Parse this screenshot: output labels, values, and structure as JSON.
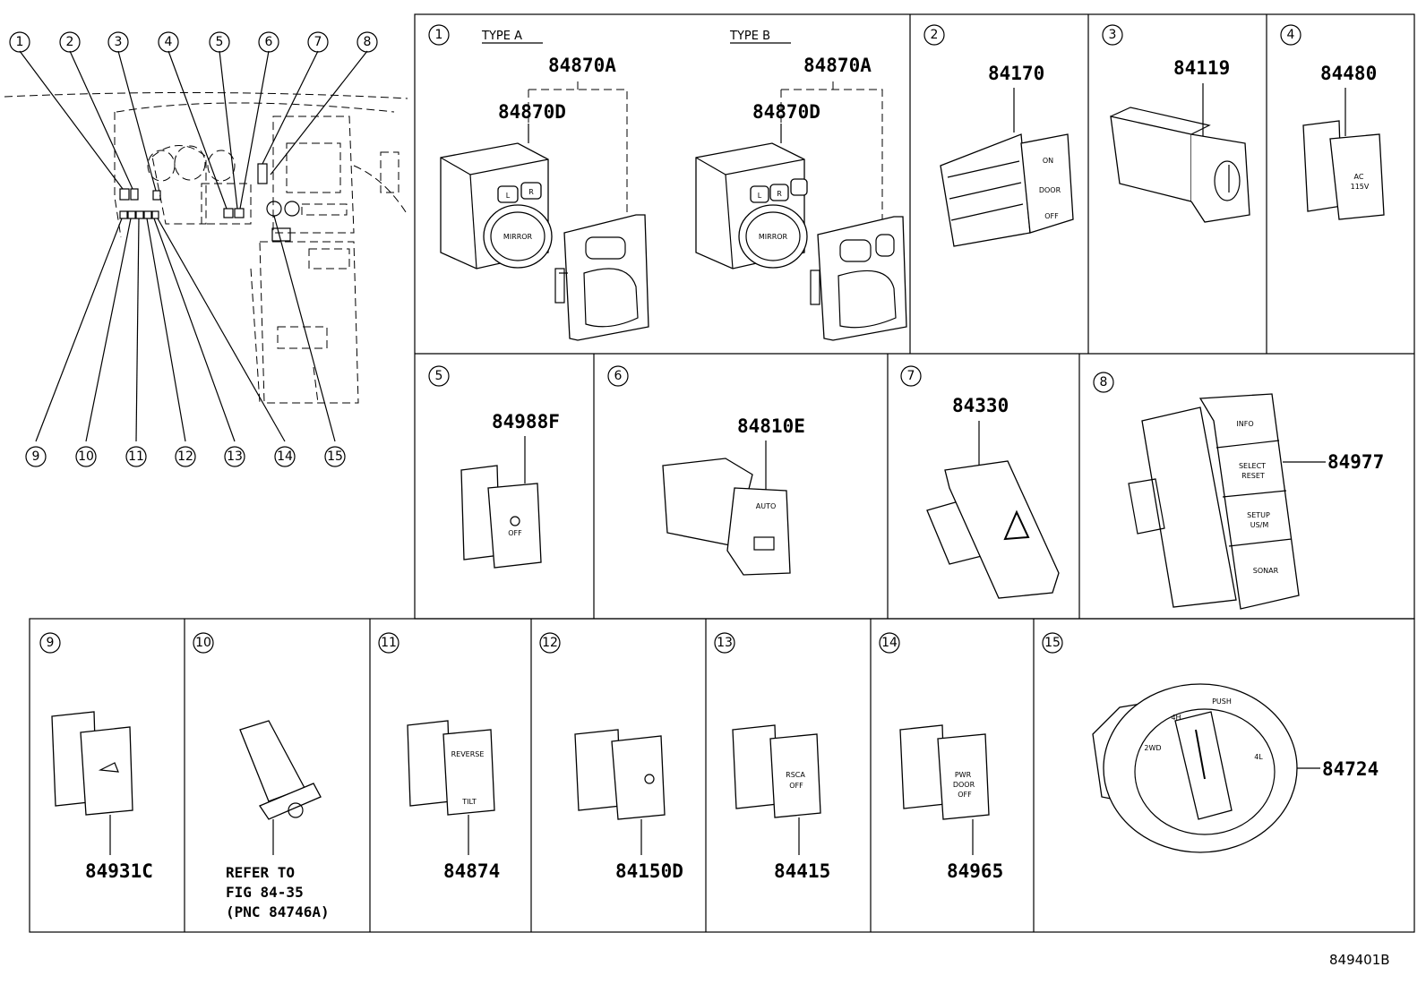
{
  "diagram_id": "849401B",
  "overview": {
    "callouts": [
      "1",
      "2",
      "3",
      "4",
      "5",
      "6",
      "7",
      "8",
      "9",
      "10",
      "11",
      "12",
      "13",
      "14",
      "15"
    ]
  },
  "panels": [
    {
      "number": "1",
      "type_a": "TYPE A",
      "type_b": "TYPE B",
      "parts": [
        "84870A",
        "84870D",
        "84870A",
        "84870D"
      ],
      "labels": {
        "left": "L",
        "right": "R",
        "mirror": "MIRROR"
      }
    },
    {
      "number": "2",
      "parts": [
        "84170"
      ],
      "labels": {
        "on": "ON",
        "door": "DOOR",
        "off": "OFF"
      }
    },
    {
      "number": "3",
      "parts": [
        "84119"
      ]
    },
    {
      "number": "4",
      "parts": [
        "84480"
      ],
      "labels": {
        "ac": "AC",
        "volt": "115V"
      }
    },
    {
      "number": "5",
      "parts": [
        "84988F"
      ],
      "labels": {
        "off": "OFF"
      }
    },
    {
      "number": "6",
      "parts": [
        "84810E"
      ],
      "labels": {
        "auto": "AUTO"
      }
    },
    {
      "number": "7",
      "parts": [
        "84330"
      ]
    },
    {
      "number": "8",
      "parts": [
        "84977"
      ],
      "labels": {
        "info": "INFO",
        "select": "SELECT",
        "reset": "RESET",
        "setup": "SETUP",
        "us_m": "US/M",
        "sonar": "SONAR"
      }
    },
    {
      "number": "9",
      "parts": [
        "84931C"
      ]
    },
    {
      "number": "10",
      "parts": [],
      "refer": [
        "REFER TO",
        "FIG 84-35",
        "(PNC 84746A)"
      ]
    },
    {
      "number": "11",
      "parts": [
        "84874"
      ],
      "labels": {
        "reverse": "REVERSE",
        "tilt": "TILT"
      }
    },
    {
      "number": "12",
      "parts": [
        "84150D"
      ]
    },
    {
      "number": "13",
      "parts": [
        "84415"
      ],
      "labels": {
        "rsca": "RSCA",
        "off": "OFF"
      }
    },
    {
      "number": "14",
      "parts": [
        "84965"
      ],
      "labels": {
        "pwr": "PWR",
        "door": "DOOR",
        "off": "OFF"
      }
    },
    {
      "number": "15",
      "parts": [
        "84724"
      ],
      "labels": {
        "h4": "4H",
        "push": "PUSH",
        "l4": "4L",
        "wd2": "2WD"
      }
    }
  ]
}
